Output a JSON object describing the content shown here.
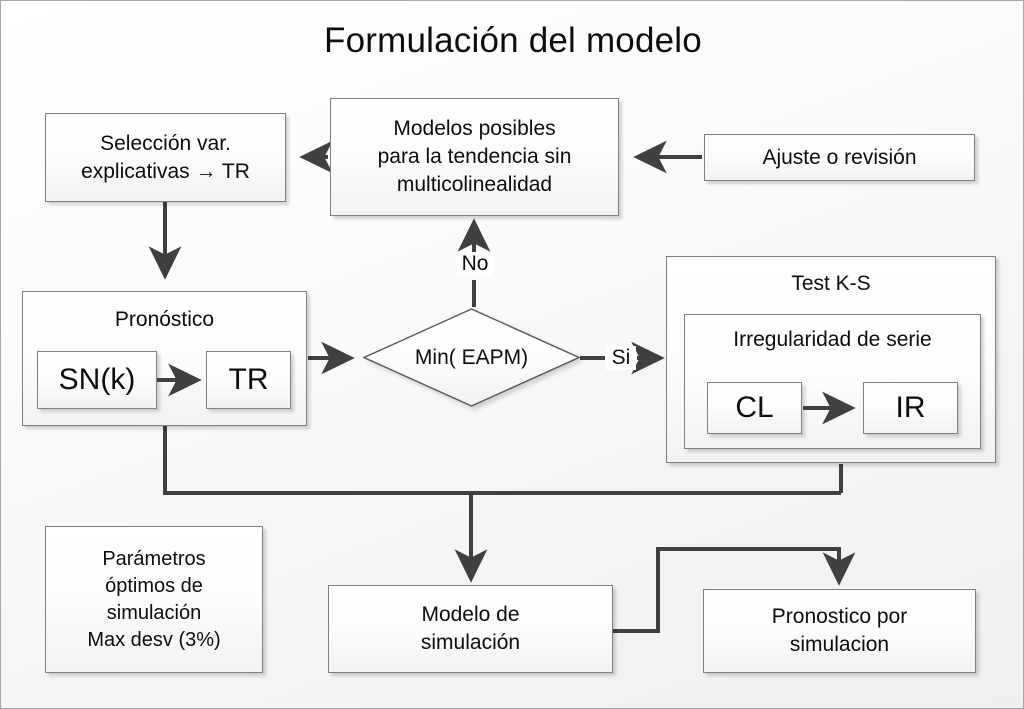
{
  "diagram": {
    "title": "Formulación del modelo",
    "type": "flowchart",
    "colors": {
      "box_border": "#7f7f7f",
      "box_fill": "#fbfbfb",
      "wire": "#404040",
      "text": "#0d0d0d",
      "canvas_border": "#a8a8a8"
    },
    "nodes": {
      "seleccion_var": "Selección var.\nexplicativas → TR",
      "seleccion_var_line1": "Selección var.",
      "seleccion_var_line2": "explicativas → TR",
      "modelos_posibles_line1": "Modelos posibles",
      "modelos_posibles_line2": "para la tendencia sin",
      "modelos_posibles_line3": "multicolinealidad",
      "ajuste_revision": "Ajuste o revisión",
      "pronostico_title": "Pronóstico",
      "sn_k": "SN(k)",
      "tr": "TR",
      "decision_min_eapm": "Min( EAPM)",
      "test_ks_title": "Test K-S",
      "irregularidad_serie": "Irregularidad de serie",
      "cl": "CL",
      "ir": "IR",
      "parametros_line1": "Parámetros",
      "parametros_line2": "óptimos de",
      "parametros_line3": "simulación",
      "parametros_line4": "Max desv (3%)",
      "modelo_simulacion_line1": "Modelo de",
      "modelo_simulacion_line2": "simulación",
      "pronostico_simulacion_line1": "Pronostico por",
      "pronostico_simulacion_line2": "simulacion"
    },
    "edge_labels": {
      "no": "No",
      "si": "Si"
    }
  }
}
